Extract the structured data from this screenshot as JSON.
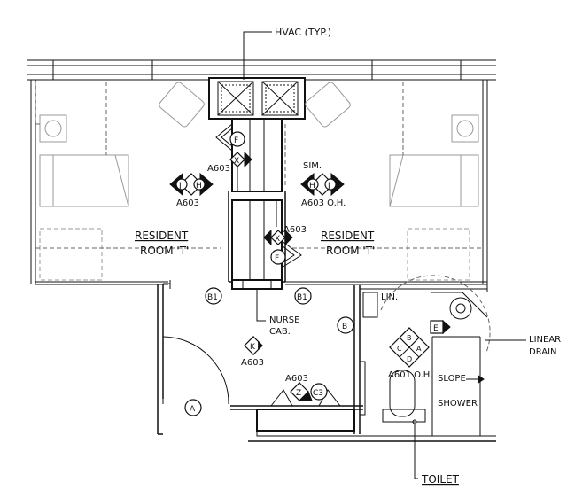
{
  "labels": {
    "hvac": "HVAC (TYP.)",
    "resident_room_line1": "RESIDENT",
    "resident_room_line2": "ROOM 'T'",
    "sim": "SIM.",
    "a603": "A603",
    "a603_oh": "A603 O.H.",
    "a601_oh": "A601 O.H.",
    "nurse_line1": "NURSE",
    "nurse_line2": "CAB.",
    "linear_line1": "LINEAR",
    "linear_line2": "DRAIN",
    "lin": "LIN.",
    "slope": "SLOPE",
    "shower": "SHOWER",
    "toilet": "TOILET"
  },
  "tags": {
    "f": "F",
    "x": "X",
    "j": "J",
    "h": "H",
    "k": "K",
    "z": "Z",
    "c3": "C3",
    "a": "A",
    "b": "B",
    "b1": "B1",
    "c": "C",
    "d": "D",
    "e": "E"
  }
}
